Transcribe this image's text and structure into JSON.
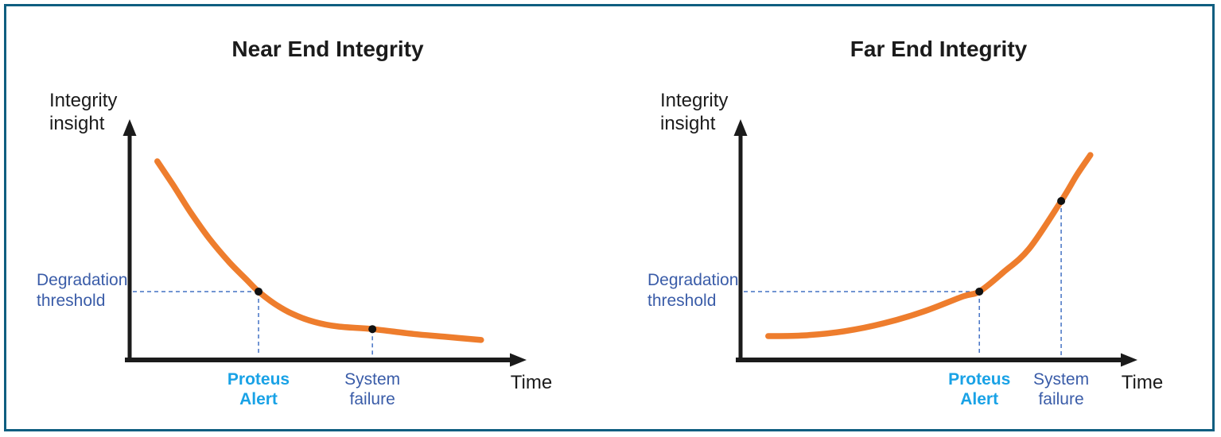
{
  "colors": {
    "curve_orange": "#EE7D2D",
    "alert_cyan": "#19A2E6",
    "navy_text": "#3A5CA8",
    "dashed_blue": "#4472C4",
    "axis_black": "#1b1b1b",
    "marker_black": "#111111",
    "frame_teal": "#0F5E80"
  },
  "chart_data": [
    {
      "type": "line",
      "title": "Near End Integrity",
      "xlabel": "Time",
      "ylabel": "Integrity insight",
      "trend": "decreasing-exponential-decay",
      "x_range": [
        0,
        1
      ],
      "y_range": [
        0,
        1
      ],
      "grid": false,
      "legend": false,
      "axis_ticks": "none",
      "curve_color": "#EE7D2D",
      "curve_points": [
        [
          0.07,
          0.825
        ],
        [
          0.109,
          0.729
        ],
        [
          0.155,
          0.611
        ],
        [
          0.201,
          0.505
        ],
        [
          0.252,
          0.406
        ],
        [
          0.296,
          0.333
        ],
        [
          0.326,
          0.284
        ],
        [
          0.366,
          0.234
        ],
        [
          0.412,
          0.191
        ],
        [
          0.467,
          0.158
        ],
        [
          0.527,
          0.139
        ],
        [
          0.614,
          0.128
        ],
        [
          0.718,
          0.108
        ],
        [
          0.799,
          0.096
        ],
        [
          0.889,
          0.083
        ]
      ],
      "threshold": {
        "label": "Degradation threshold",
        "y": 0.284
      },
      "markers": [
        {
          "id": "proteus-alert",
          "label": "Proteus Alert",
          "x": 0.326,
          "y": 0.284,
          "label_color": "#19A2E6"
        },
        {
          "id": "system-failure",
          "label": "System failure",
          "x": 0.614,
          "y": 0.128,
          "label_color": "#3A5CA8"
        }
      ]
    },
    {
      "type": "line",
      "title": "Far End Integrity",
      "xlabel": "Time",
      "ylabel": "Integrity insight",
      "trend": "increasing-exponential-growth",
      "x_range": [
        0,
        1
      ],
      "y_range": [
        0,
        1
      ],
      "grid": false,
      "legend": false,
      "axis_ticks": "none",
      "curve_color": "#EE7D2D",
      "curve_points": [
        [
          0.07,
          0.099
        ],
        [
          0.161,
          0.102
        ],
        [
          0.262,
          0.119
        ],
        [
          0.362,
          0.152
        ],
        [
          0.463,
          0.201
        ],
        [
          0.563,
          0.264
        ],
        [
          0.604,
          0.284
        ],
        [
          0.664,
          0.363
        ],
        [
          0.73,
          0.462
        ],
        [
          0.811,
          0.66
        ],
        [
          0.851,
          0.769
        ],
        [
          0.885,
          0.851
        ]
      ],
      "threshold": {
        "label": "Degradation threshold",
        "y": 0.284
      },
      "markers": [
        {
          "id": "proteus-alert",
          "label": "Proteus Alert",
          "x": 0.604,
          "y": 0.284,
          "label_color": "#19A2E6"
        },
        {
          "id": "system-failure",
          "label": "System failure",
          "x": 0.811,
          "y": 0.66,
          "label_color": "#3A5CA8"
        }
      ]
    }
  ]
}
